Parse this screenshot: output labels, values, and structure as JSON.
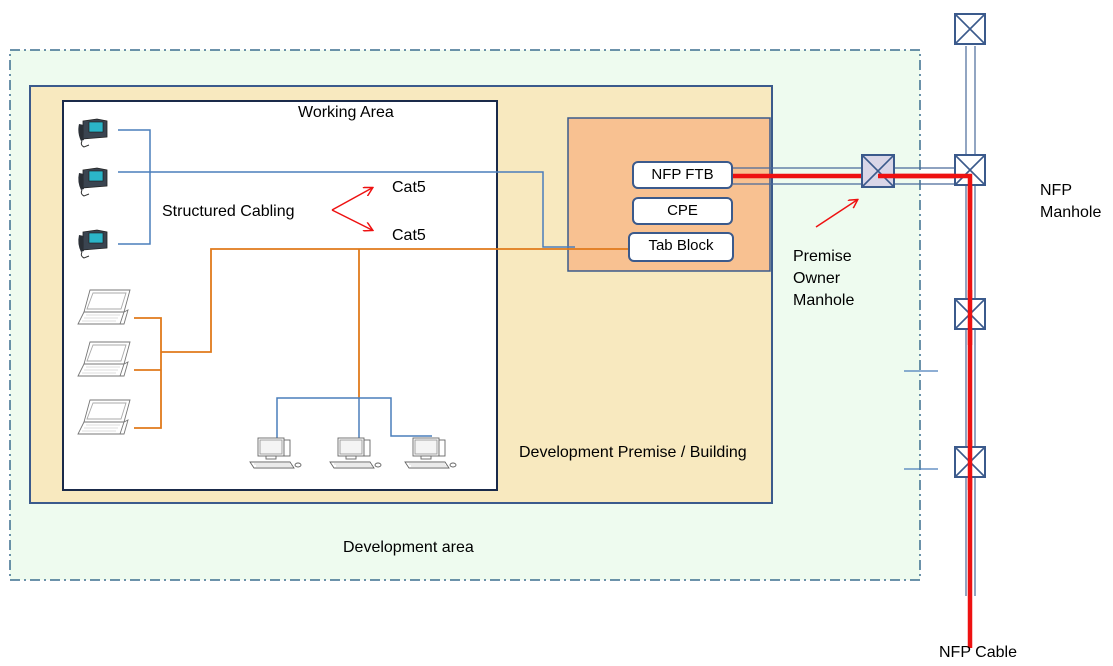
{
  "labels": {
    "working_area": "Working Area",
    "structured_cabling": "Structured Cabling",
    "cat5_top": "Cat5",
    "cat5_bottom": "Cat5",
    "nfp_ftb": "NFP FTB",
    "cpe": "CPE",
    "tab_block": "Tab Block",
    "premise_owner_manhole": "Premise Owner Manhole",
    "nfp_manhole": "NFP Manhole",
    "development_premise": "Development Premise / Building",
    "development_area": "Development area",
    "nfp_cable": "NFP Cable"
  },
  "colors": {
    "development_area_fill": "#eefbef",
    "development_area_border": "#3b6e8f",
    "premise_fill": "#f8e9bf",
    "premise_border": "#3b5a8c",
    "equipment_room_fill": "#f8c191",
    "phone_line": "#4a7ebb",
    "computer_line": "#e07a1b",
    "nfp_cable": "#ee1111",
    "duct": "#4a6a9a",
    "arrow": "#ee1111"
  },
  "icons": {
    "phone": "desk-phone-icon",
    "laptop": "laptop-icon",
    "desktop": "desktop-computer-icon",
    "manhole": "manhole-icon"
  }
}
